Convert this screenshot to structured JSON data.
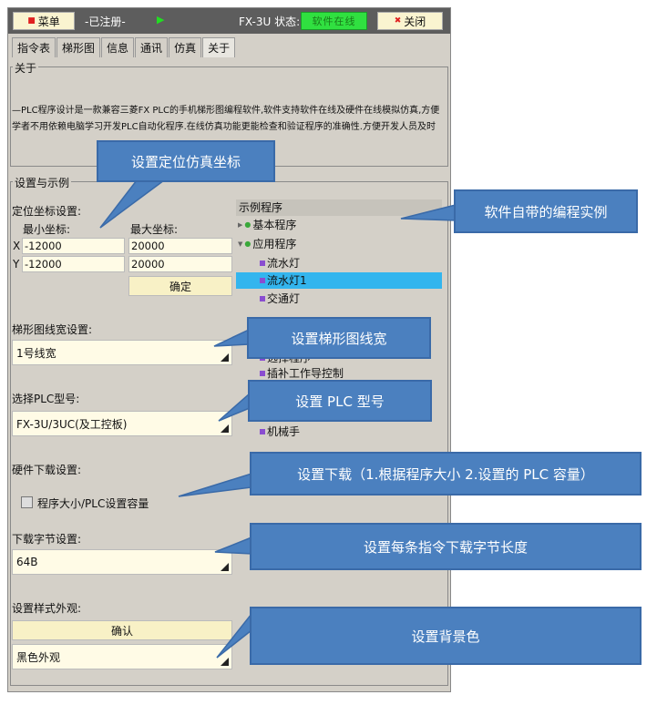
{
  "topbar": {
    "menu_label": "菜单",
    "reg_label": "-已注册-",
    "status_label": "FX-3U 状态:",
    "status_value": "软件在线",
    "close_label": "关闭"
  },
  "tabs": [
    {
      "label": "指令表"
    },
    {
      "label": "梯形图"
    },
    {
      "label": "信息"
    },
    {
      "label": "通讯"
    },
    {
      "label": "仿真"
    },
    {
      "label": "关于"
    }
  ],
  "about": {
    "title": "关于",
    "text": "—PLC程序设计是一款兼容三菱FX PLC的手机梯形图编程软件,软件支持软件在线及硬件在线模拟仿真,方便学者不用依赖电脑学习开发PLC自动化程序.在线仿真功能更能检查和验证程序的准确性.方便开发人员及时"
  },
  "settings": {
    "title": "设置与示例",
    "coord_title": "定位坐标设置:",
    "min_label": "最小坐标:",
    "max_label": "最大坐标:",
    "x_label": "X",
    "y_label": "Y",
    "x_min": "-12000",
    "x_max": "20000",
    "y_min": "-12000",
    "y_max": "20000",
    "confirm": "确定",
    "line_title": "梯形图线宽设置:",
    "line_value": "1号线宽",
    "plc_title": "选择PLC型号:",
    "plc_value": "FX-3U/3UC(及工控板)",
    "hw_title": "硬件下载设置:",
    "hw_checkbox": "程序大小/PLC设置容量",
    "bytes_title": "下载字节设置:",
    "bytes_value": "64B",
    "style_title": "设置样式外观:",
    "style_confirm": "确认",
    "style_value": "黑色外观"
  },
  "tree": {
    "header": "示例程序",
    "items": [
      {
        "label": "基本程序"
      },
      {
        "label": "应用程序"
      },
      {
        "label": "流水灯"
      },
      {
        "label": "流水灯1"
      },
      {
        "label": "交通灯"
      },
      {
        "label": "选择程序"
      },
      {
        "label": "插补工作导控制"
      },
      {
        "label": "机械手"
      }
    ]
  },
  "callouts": {
    "c1": "设置定位仿真坐标",
    "c2": "软件自带的编程实例",
    "c3": "设置梯形图线宽",
    "c4": "设置 PLC 型号",
    "c5": "设置下载（1.根据程序大小 2.设置的 PLC 容量）",
    "c6": "设置每条指令下载字节长度",
    "c7": "设置背景色"
  },
  "colors": {
    "callout": "#4b80bf",
    "status": "#30e040",
    "selected": "#33b5ee"
  }
}
